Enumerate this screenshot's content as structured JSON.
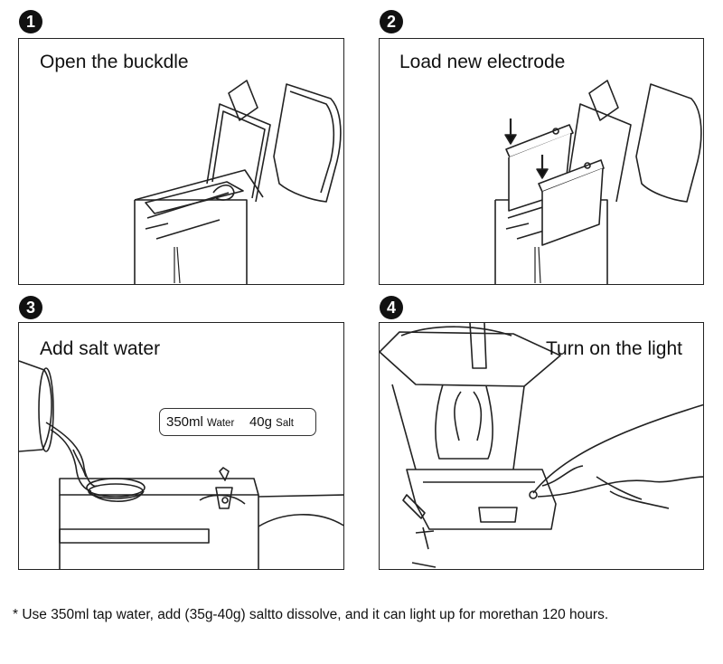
{
  "steps": [
    {
      "number": "1",
      "caption": "Open the buckdle"
    },
    {
      "number": "2",
      "caption": "Load new electrode"
    },
    {
      "number": "3",
      "caption": "Add salt water"
    },
    {
      "number": "4",
      "caption": "Turn on the light"
    }
  ],
  "dosage_label": {
    "water_amount": "350ml",
    "water_word": "Water",
    "salt_amount": "40g",
    "salt_word": "Salt"
  },
  "footnote": "* Use 350ml tap water, add (35g-40g) saltto dissolve, and it can light up for morethan 120 hours."
}
